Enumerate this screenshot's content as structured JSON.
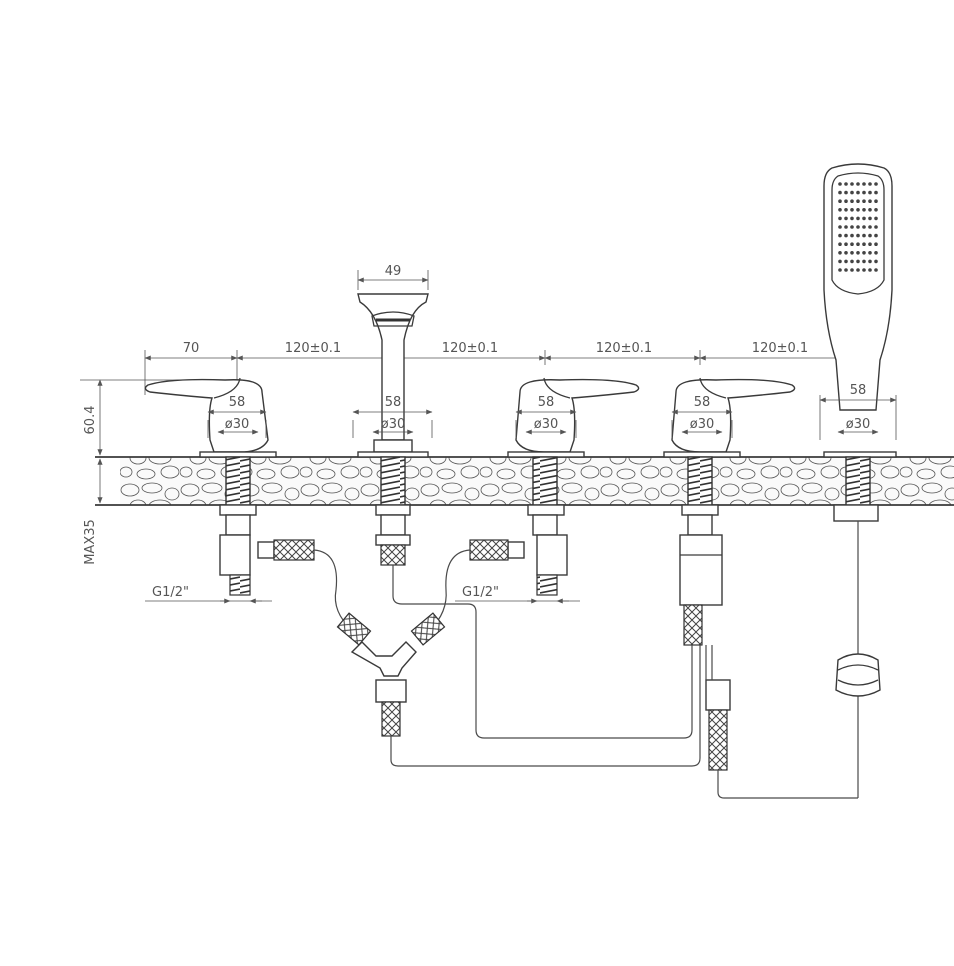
{
  "dimensions": {
    "spout_width": "49",
    "left_offset": "70",
    "spacing_1": "120±0.1",
    "spacing_2": "120±0.1",
    "spacing_3": "120±0.1",
    "spacing_4": "120±0.1",
    "height": "60.4",
    "max_deck": "MAX35",
    "body_width": "58",
    "base_diameter": "ø30",
    "thread_left": "G1/2\"",
    "thread_right": "G1/2\""
  },
  "colors": {
    "line": "#3a3a3a",
    "deck_fill": "#f7f7f7"
  }
}
